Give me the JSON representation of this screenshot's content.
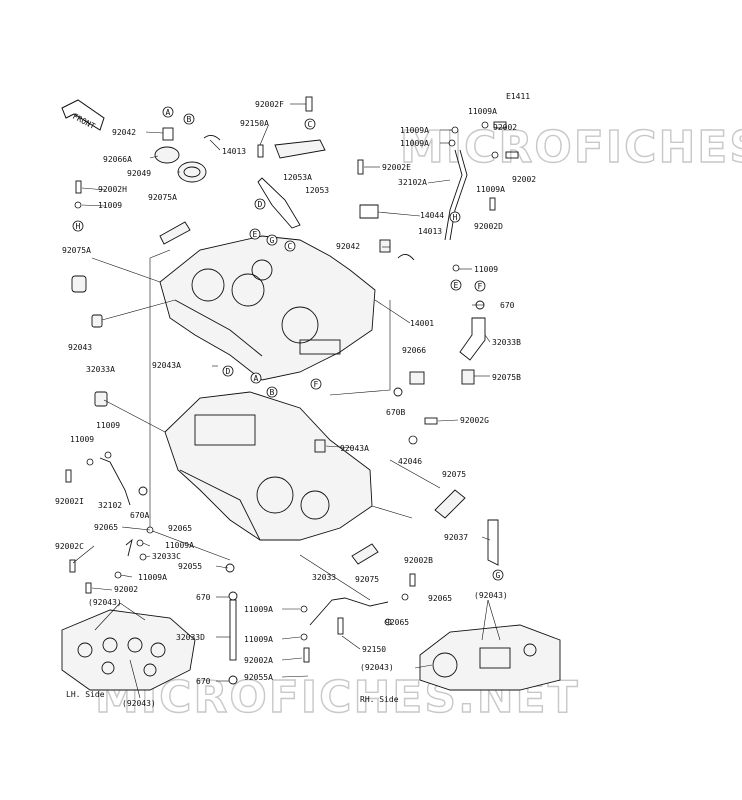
{
  "figure_id": "E1411",
  "front_label": "FRONT",
  "watermark": "MICROFICHES.NET",
  "side_labels": {
    "lh": "LH. Side",
    "rh": "RH. Side"
  },
  "refs": [
    "A",
    "B",
    "C",
    "D",
    "E",
    "F",
    "G",
    "H"
  ],
  "part_labels": {
    "p92002F": "92002F",
    "p92150A": "92150A",
    "p92042_top": "92042",
    "p14013_top": "14013",
    "p92066A": "92066A",
    "p92049": "92049",
    "p12053A": "12053A",
    "p12053": "12053",
    "p92002H": "92002H",
    "p11009_tl": "11009",
    "p92075A_top": "92075A",
    "p92075A_left": "92075A",
    "p92043_left": "92043",
    "p32033A": "32033A",
    "p92043A_mid": "92043A",
    "p11009_left1": "11009",
    "p11009_left2": "11009",
    "p92002I": "92002I",
    "p32102": "32102",
    "p670A": "670A",
    "p92065_l1": "92065",
    "p92065_l2": "92065",
    "p92002C": "92002C",
    "p32033C": "32033C",
    "p11009A_l1": "11009A",
    "p11009A_l2": "11009A",
    "p92002_bl": "92002",
    "p92055": "92055",
    "p670_l": "670",
    "p32033D": "32033D",
    "p670_l2": "670",
    "p92043_lh": "(92043)",
    "p92043_lh2": "(92043)",
    "p11009A_tr1": "11009A",
    "p11009A_tr2": "11009A",
    "p11009A_tr3": "11009A",
    "p92002_tr1": "92002",
    "p92002_tr2": "92002",
    "p11009A_tr4": "11009A",
    "p32102A": "32102A",
    "p92002E": "92002E",
    "p14044": "14044",
    "p92002D": "92002D",
    "p92042_mid": "92042",
    "p14013_mid": "14013",
    "p11009_r": "11009",
    "p670_r": "670",
    "p14001": "14001",
    "p32033B": "32033B",
    "p92066": "92066",
    "p92075B": "92075B",
    "p670B": "670B",
    "p92002G": "92002G",
    "p92043A_r": "92043A",
    "p42046": "42046",
    "p92075_r": "92075",
    "p92037": "92037",
    "p92075_b": "92075",
    "p32033": "32033",
    "p92002B": "92002B",
    "p92065_r": "92065",
    "p11009A_b1": "11009A",
    "p92065_b": "92065",
    "p11009A_b2": "11009A",
    "p92150": "92150",
    "p92002A": "92002A",
    "p92055A": "92055A",
    "p92043_rh": "(92043)",
    "p92043_rh2": "(92043)"
  }
}
